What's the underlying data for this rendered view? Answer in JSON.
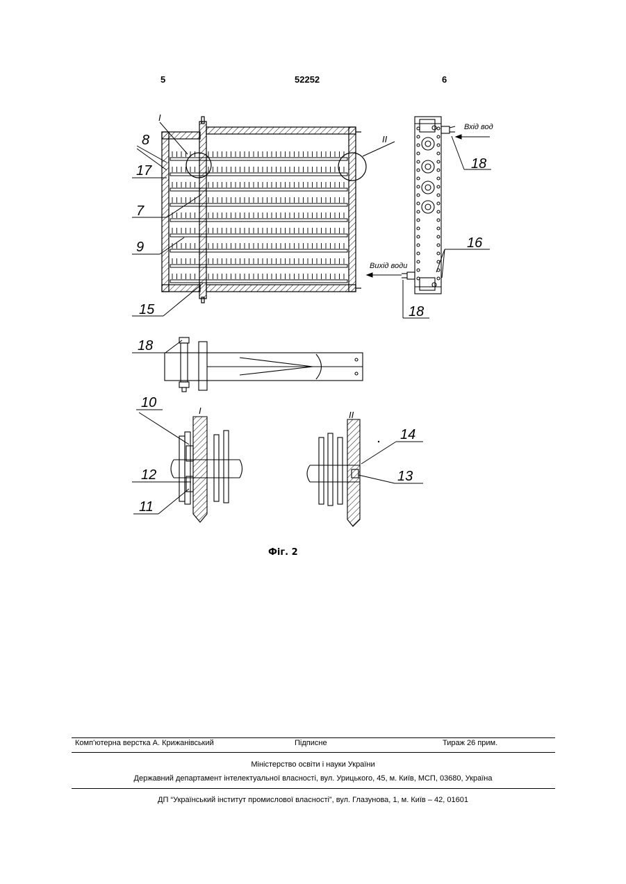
{
  "header": {
    "page_left": "5",
    "patent_number": "52252",
    "page_right": "6"
  },
  "figure": {
    "caption": "Фiг. 2",
    "labels": {
      "l8": "8",
      "l17": "17",
      "l7": "7",
      "l9": "9",
      "l15": "15",
      "l18a": "18",
      "l18b": "18",
      "l18c": "18",
      "l16": "16",
      "l10": "10",
      "l12": "12",
      "l11": "11",
      "l14": "14",
      "l13": "13",
      "detail_i_top": "I",
      "detail_ii_top": "II",
      "detail_i": "I",
      "detail_ii": "II",
      "water_in": "Вхід вод",
      "water_out": "Вихід води"
    }
  },
  "footer": {
    "typesetter": "Комп’ютерна верстка А. Крижанівський",
    "signed": "Підписне",
    "print_run": "Тираж 26 прим.",
    "ministry": "Міністерство освіти і науки України",
    "department": "Державний департамент інтелектуальної власності, вул. Урицького, 45, м. Київ, МСП, 03680, Україна",
    "institute": "ДП “Український інститут промислової власності”, вул. Глазунова, 1, м. Київ – 42, 01601"
  }
}
